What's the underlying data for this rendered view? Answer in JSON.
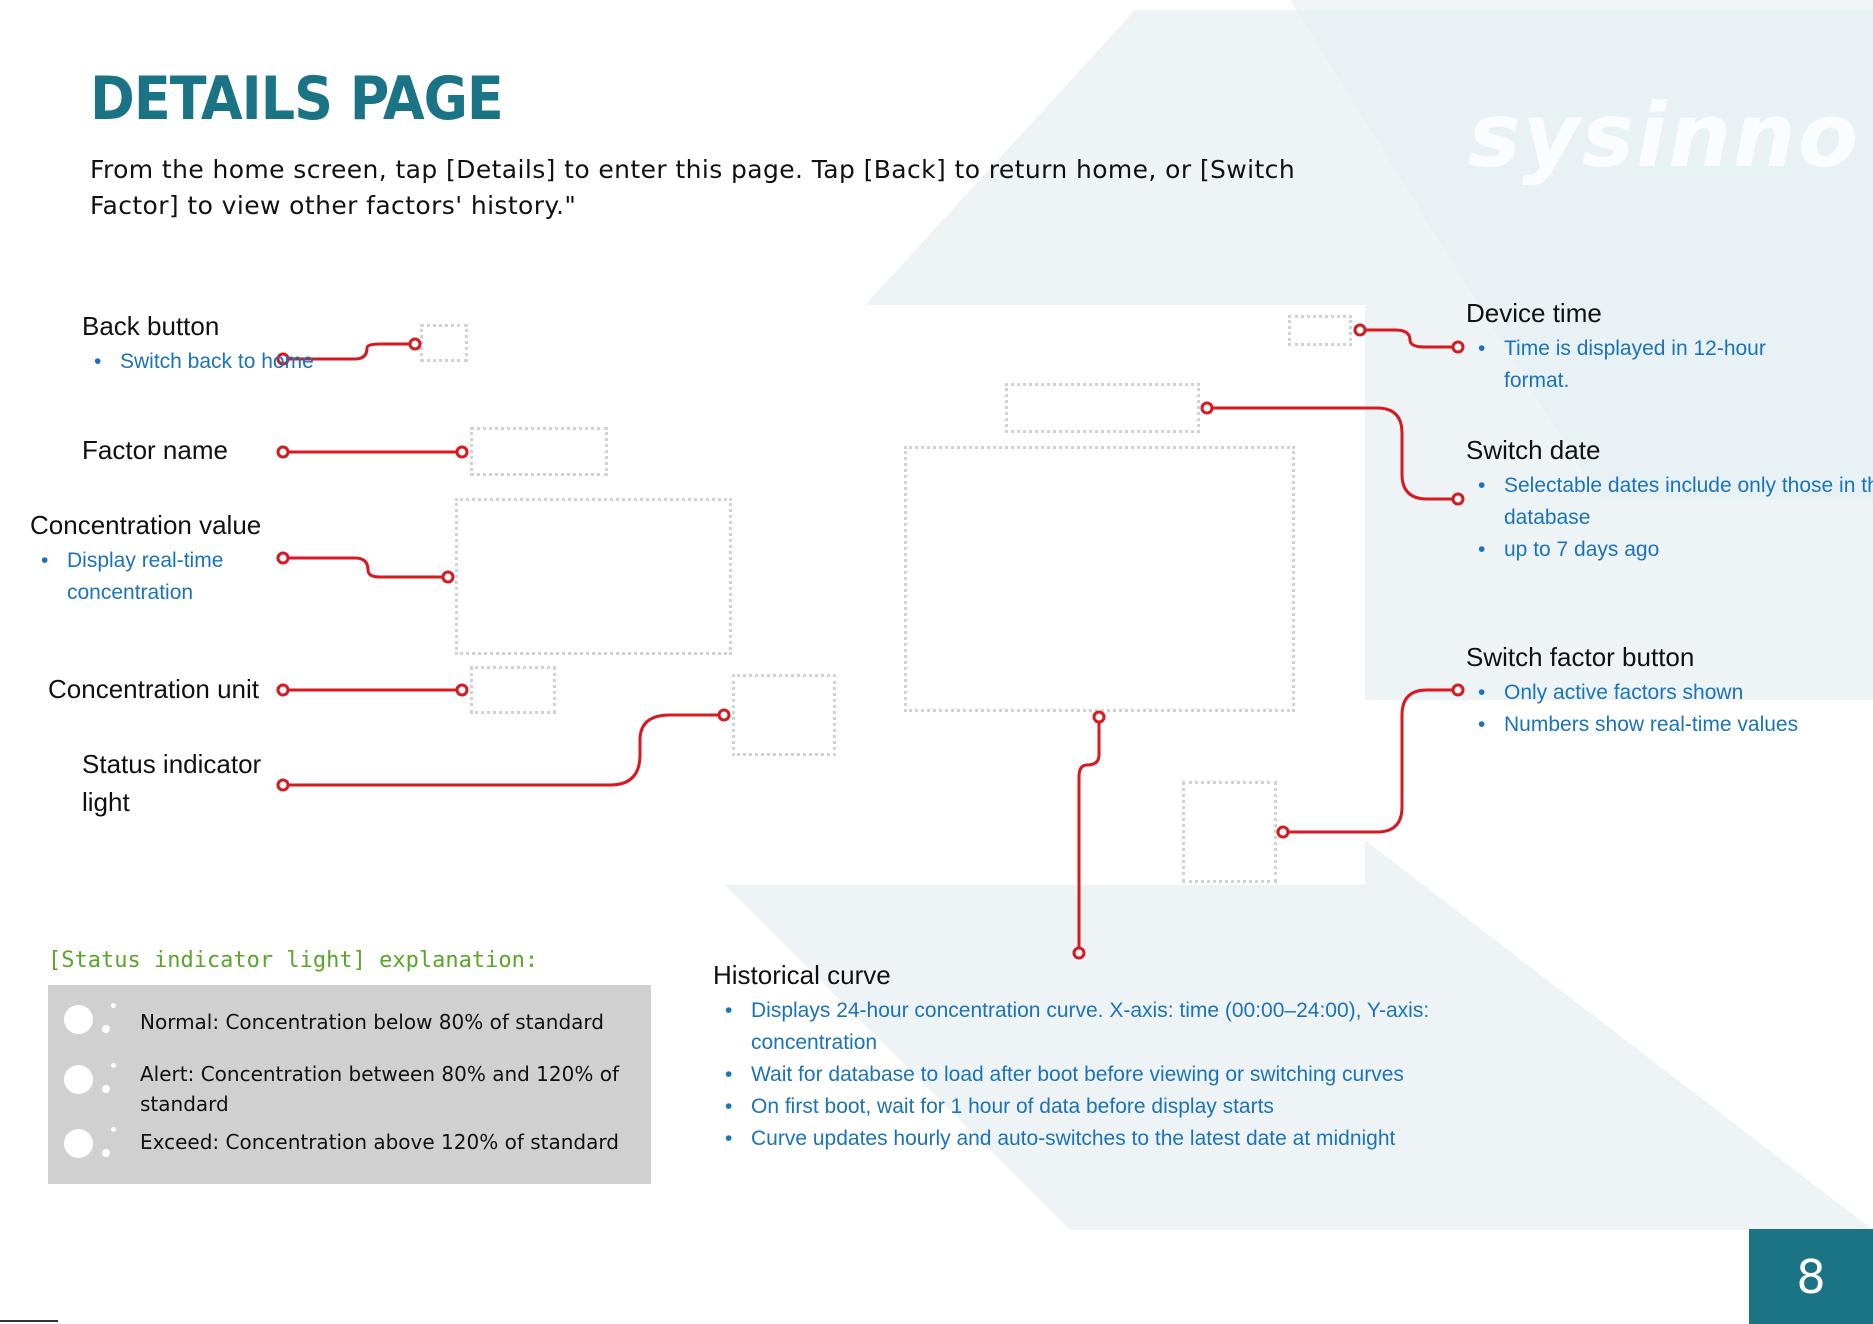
{
  "page": {
    "title": "DETAILS PAGE",
    "intro": "From the home screen, tap [Details] to enter this page. Tap [Back] to return home, or [Switch Factor] to view other factors' history.\"",
    "watermark": "sysinno",
    "page_number": "8"
  },
  "callouts": {
    "back_button": {
      "label": "Back button",
      "items": [
        "Switch back to home"
      ]
    },
    "factor_name": {
      "label": "Factor name"
    },
    "concentration_value": {
      "label": "Concentration value",
      "items": [
        "Display real-time concentration"
      ]
    },
    "concentration_unit": {
      "label": "Concentration unit"
    },
    "status_indicator": {
      "label": "Status indicator light"
    },
    "device_time": {
      "label": "Device time",
      "items": [
        "Time is displayed in 12-hour format."
      ]
    },
    "switch_date": {
      "label": "Switch date",
      "items": [
        "Selectable dates include only those in the database",
        "up to 7 days ago"
      ]
    },
    "switch_factor": {
      "label": "Switch factor button",
      "items": [
        "Only active factors shown",
        "Numbers show real-time values"
      ]
    },
    "historical_curve": {
      "label": "Historical curve",
      "items": [
        "Displays 24-hour concentration curve. X-axis: time (00:00–24:00), Y-axis: concentration",
        "Wait for database to load after boot before viewing or switching curves",
        "On first boot, wait for 1 hour of data before display starts",
        "Curve updates hourly and auto-switches to the latest date at midnight"
      ]
    }
  },
  "status_explanation": {
    "title": "[Status indicator light] explanation:",
    "rows": [
      {
        "text": "Normal: Concentration below 80% of standard"
      },
      {
        "text": "Alert: Concentration between 80% and 120% of standard"
      },
      {
        "text": "Exceed: Concentration above 120% of standard"
      }
    ]
  },
  "colors": {
    "accent": "#1b7486",
    "connector": "#d71920",
    "bullet_text": "#1a73ba",
    "status_title": "#5aa52a",
    "status_panel": "#d0d0d0"
  }
}
